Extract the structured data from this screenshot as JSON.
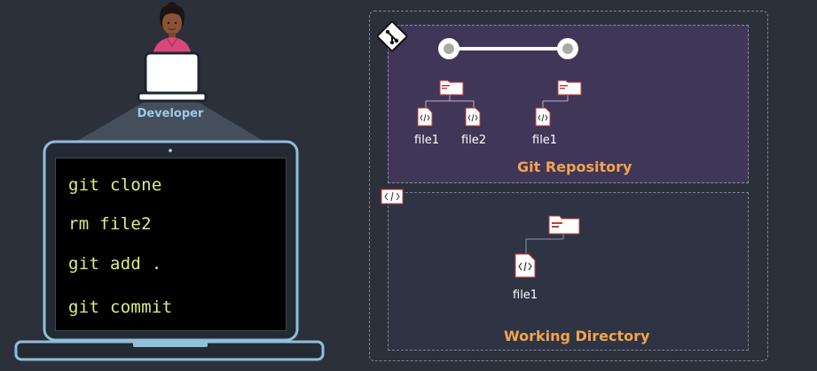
{
  "developer": {
    "label": "Developer"
  },
  "terminal": {
    "commands": [
      "git clone",
      "rm file2",
      "git add .",
      "git commit"
    ]
  },
  "git_repository": {
    "title": "Git Repository",
    "commits": [
      {
        "files": [
          "file1",
          "file2"
        ]
      },
      {
        "files": [
          "file1"
        ]
      }
    ]
  },
  "working_directory": {
    "title": "Working Directory",
    "files": [
      "file1"
    ]
  },
  "colors": {
    "background": "#2b303b",
    "terminal_text": "#d9f07c",
    "box_title": "#f2a44e",
    "repo_fill": "#3f3658",
    "developer_label": "#9ccbe8"
  },
  "icons": [
    "git-logo-icon",
    "commit-node-icon",
    "folder-icon",
    "code-file-icon",
    "developer-avatar-icon",
    "laptop-icon"
  ]
}
